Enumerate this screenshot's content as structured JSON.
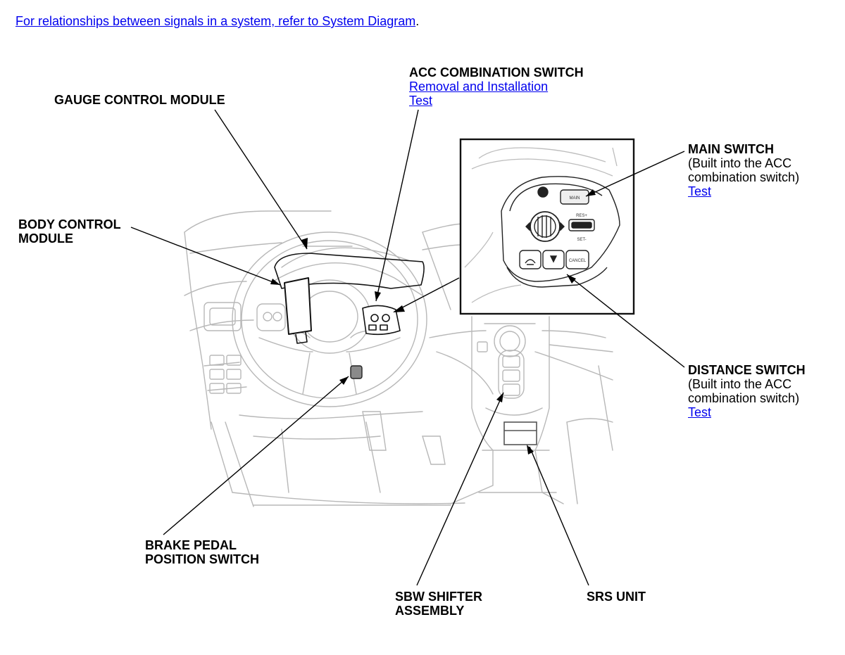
{
  "top_note": {
    "link_text": "For relationships between signals in a system, refer to System Diagram",
    "suffix": "."
  },
  "components": {
    "gauge_control_module": {
      "title": "GAUGE CONTROL MODULE"
    },
    "acc_combination_switch": {
      "title": "ACC COMBINATION SWITCH",
      "links": [
        "Removal and Installation",
        "Test"
      ]
    },
    "body_control_module": {
      "title_line1": "BODY CONTROL",
      "title_line2": "MODULE"
    },
    "main_switch": {
      "title": "MAIN SWITCH",
      "note_line1": "(Built into the ACC",
      "note_line2": "combination switch)",
      "link": "Test"
    },
    "distance_switch": {
      "title": "DISTANCE SWITCH",
      "note_line1": "(Built into the ACC",
      "note_line2": "combination switch)",
      "link": "Test"
    },
    "brake_pedal_position_switch": {
      "title_line1": "BRAKE PEDAL",
      "title_line2": "POSITION SWITCH"
    },
    "sbw_shifter_assembly": {
      "title_line1": "SBW SHIFTER",
      "title_line2": "ASSEMBLY"
    },
    "srs_unit": {
      "title": "SRS UNIT"
    }
  },
  "inset_switch_labels": {
    "main": "MAIN",
    "res": "RES+",
    "set": "SET-",
    "cancel": "CANCEL"
  }
}
